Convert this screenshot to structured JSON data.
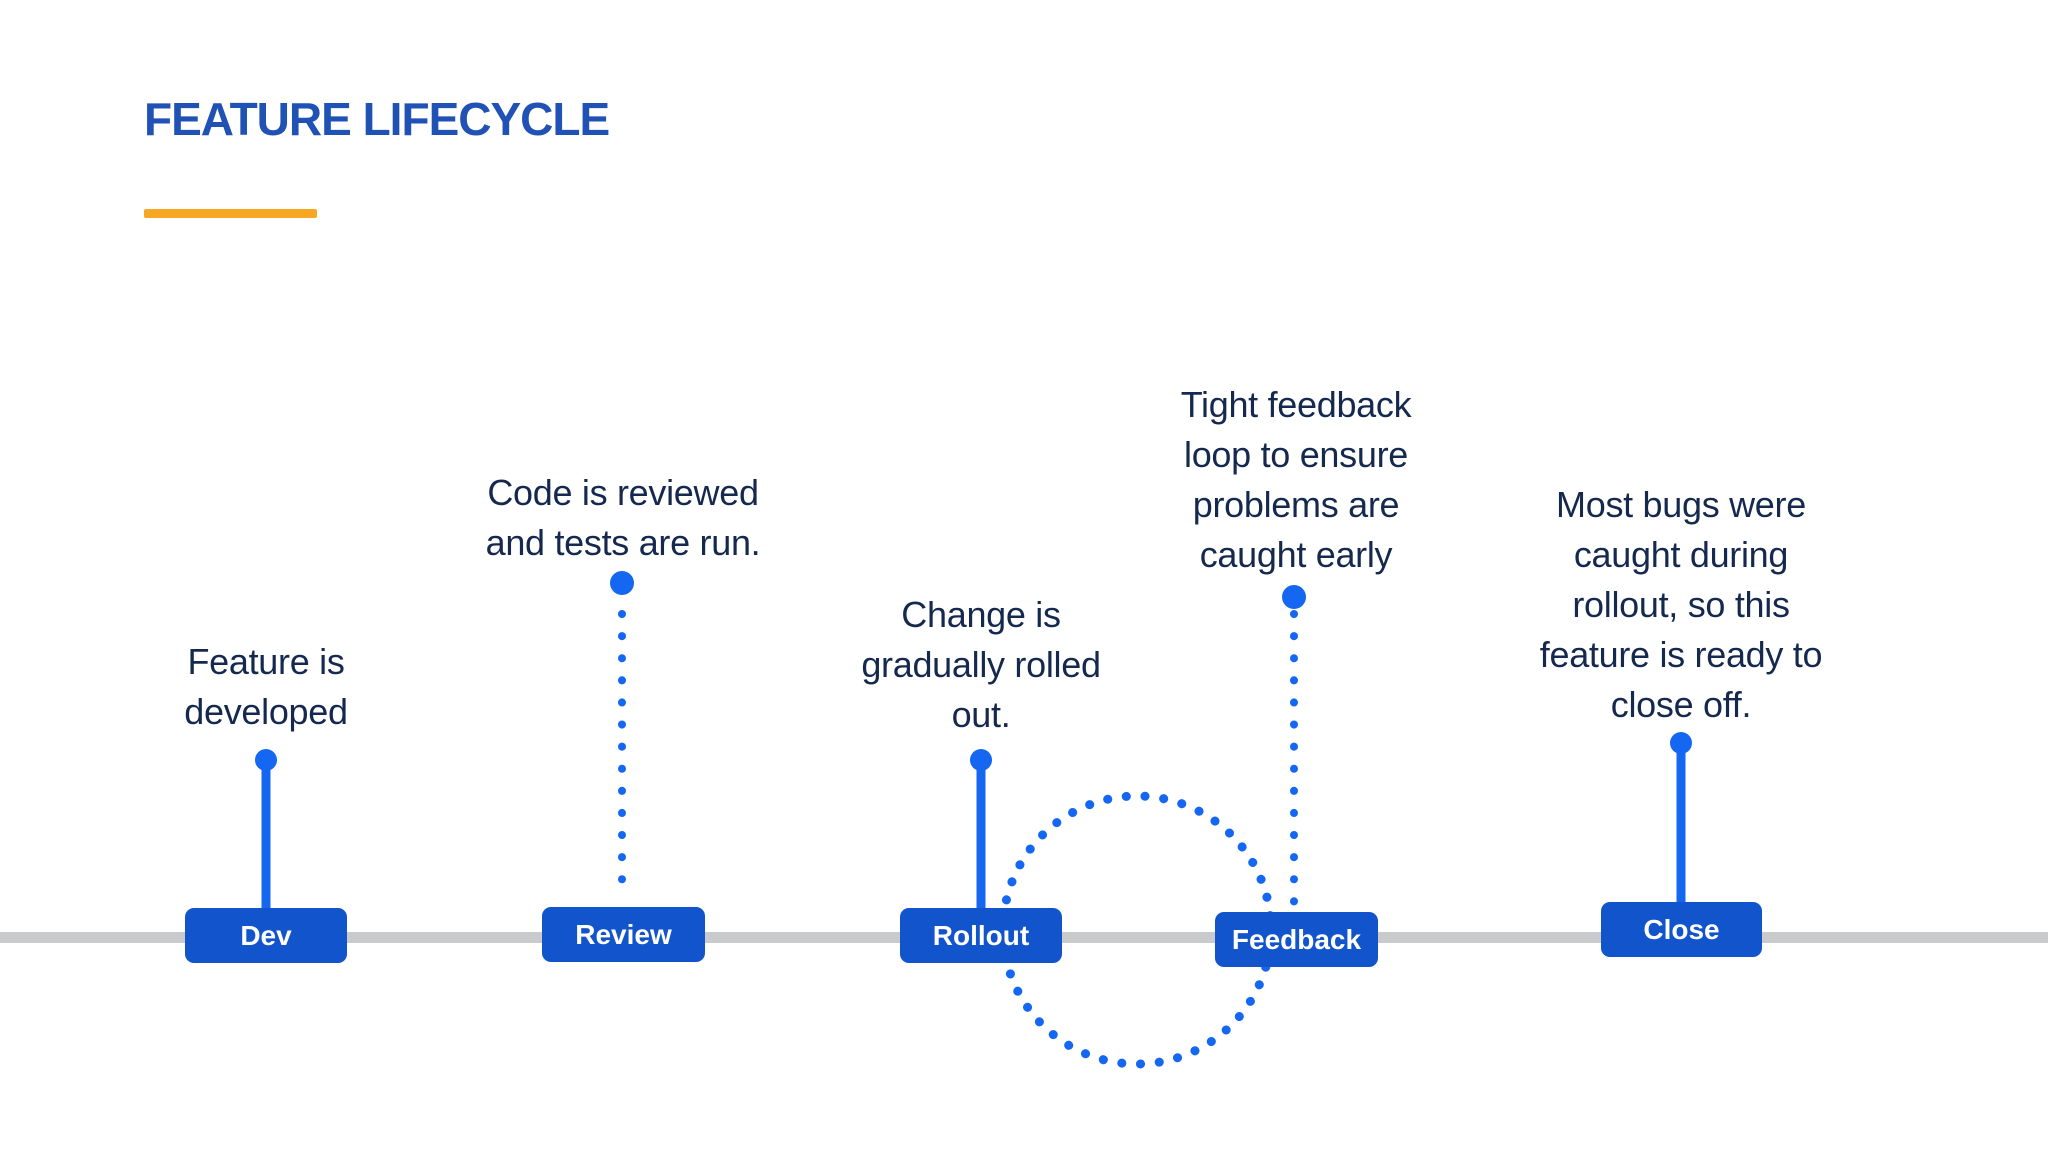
{
  "page": {
    "title": "FEATURE LIFECYCLE"
  },
  "stages": [
    {
      "label": "Dev",
      "description": "Feature is\ndeveloped",
      "connector": "solid"
    },
    {
      "label": "Review",
      "description": "Code is reviewed\nand tests are run.",
      "connector": "dotted"
    },
    {
      "label": "Rollout",
      "description": "Change is\ngradually rolled\nout.",
      "connector": "solid"
    },
    {
      "label": "Feedback",
      "description": "Tight feedback\nloop to ensure\nproblems are\ncaught early",
      "connector": "dotted"
    },
    {
      "label": "Close",
      "description": "Most bugs were\ncaught during\nrollout, so this\nfeature is ready to\nclose off.",
      "connector": "solid"
    }
  ],
  "loop": {
    "between": [
      "Rollout",
      "Feedback"
    ],
    "style": "dotted-circle"
  },
  "colors": {
    "title_blue": "#2051B5",
    "chip_blue": "#1254CB",
    "connector_blue": "#1567F2",
    "text_navy": "#15294E",
    "timeline_gray": "#C8CACC",
    "accent_orange": "#F7A723"
  }
}
